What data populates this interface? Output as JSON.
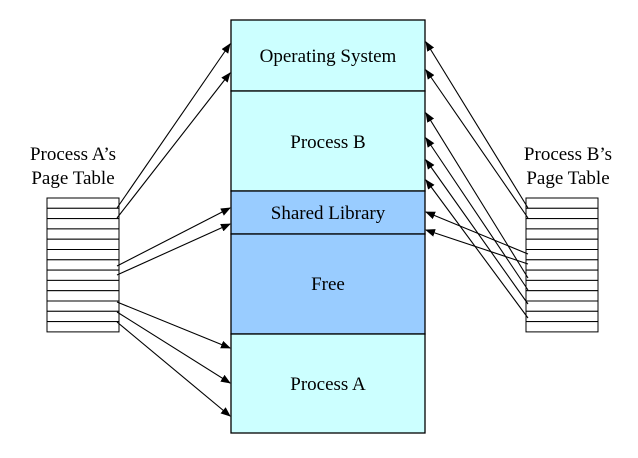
{
  "memory": {
    "segments": [
      {
        "label": "Operating System",
        "color": "#ccffff"
      },
      {
        "label": "Process B",
        "color": "#ccffff"
      },
      {
        "label": "Shared Library",
        "color": "#99ccff"
      },
      {
        "label": "Free",
        "color": "#99ccff"
      },
      {
        "label": "Process A",
        "color": "#ccffff"
      }
    ]
  },
  "page_table_a": {
    "title_line1": "Process A’s",
    "title_line2": "Page Table"
  },
  "page_table_b": {
    "title_line1": "Process B’s",
    "title_line2": "Page Table"
  }
}
